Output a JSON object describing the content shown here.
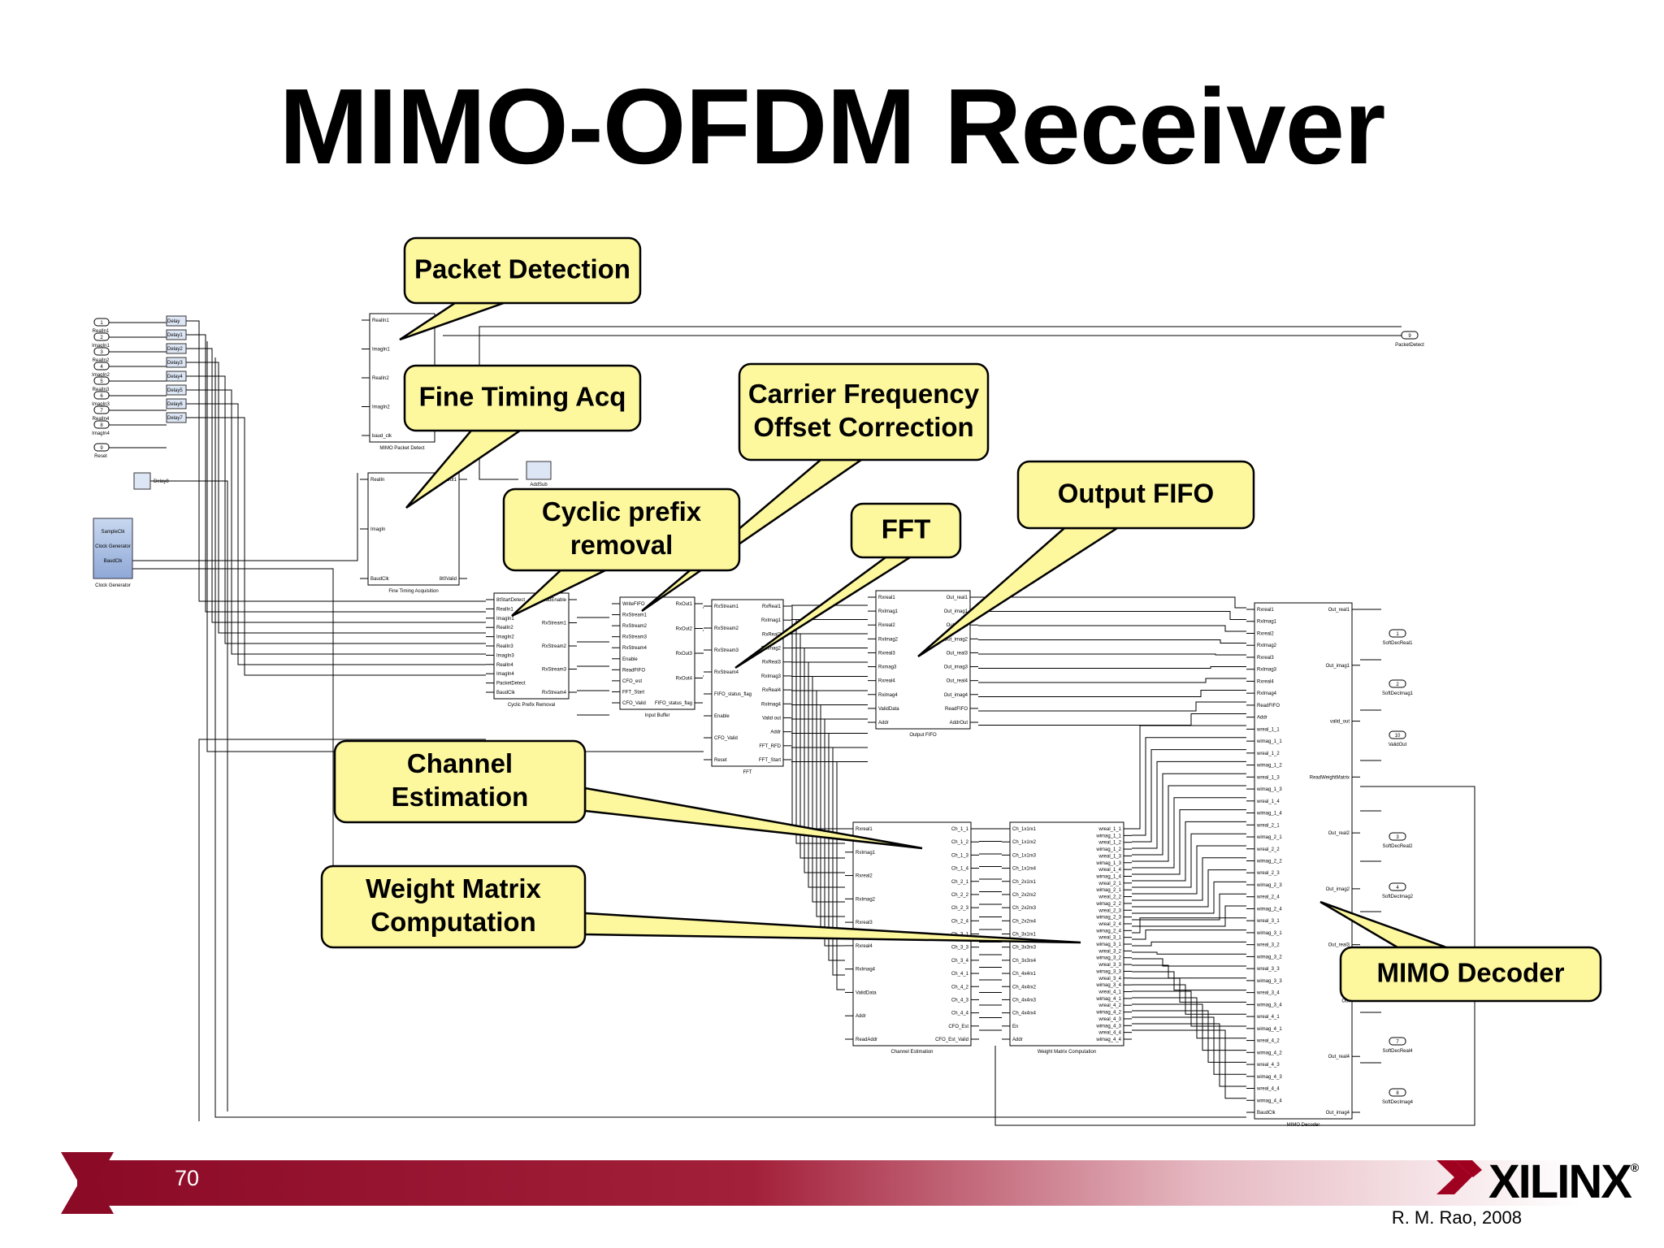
{
  "title": "MIMO-OFDM Receiver",
  "page_number": "70",
  "credit": "R. M. Rao, 2008",
  "logo": "XILINX",
  "colors": {
    "callout_fill": "#fdf79e",
    "callout_stroke": "#000000",
    "footer_bar": "#8b0a26",
    "logo_red": "#a00020"
  },
  "callouts": [
    {
      "id": "packet-detection",
      "lines": [
        "Packet Detection"
      ]
    },
    {
      "id": "fine-timing",
      "lines": [
        "Fine Timing Acq"
      ]
    },
    {
      "id": "cfo",
      "lines": [
        "Carrier Frequency",
        "Offset Correction"
      ]
    },
    {
      "id": "cyclic-prefix",
      "lines": [
        "Cyclic prefix",
        "removal"
      ]
    },
    {
      "id": "fft",
      "lines": [
        "FFT"
      ]
    },
    {
      "id": "output-fifo",
      "lines": [
        "Output FIFO"
      ]
    },
    {
      "id": "channel-estimation",
      "lines": [
        "Channel",
        "Estimation"
      ]
    },
    {
      "id": "weight-matrix",
      "lines": [
        "Weight Matrix",
        "Computation"
      ]
    },
    {
      "id": "mimo-decoder",
      "lines": [
        "MIMO Decoder"
      ]
    }
  ],
  "inputs": [
    {
      "num": "1",
      "label": "RealIn1"
    },
    {
      "num": "2",
      "label": "ImagIn1"
    },
    {
      "num": "3",
      "label": "RealIn2"
    },
    {
      "num": "4",
      "label": "ImagIn2"
    },
    {
      "num": "5",
      "label": "RealIn3"
    },
    {
      "num": "6",
      "label": "ImagIn3"
    },
    {
      "num": "7",
      "label": "RealIn4"
    },
    {
      "num": "8",
      "label": "ImagIn4"
    },
    {
      "num": "9",
      "label": "Reset"
    }
  ],
  "outputs": [
    {
      "num": "9",
      "label": "PacketDetect"
    },
    {
      "num": "1",
      "label": "SoftDecReal1"
    },
    {
      "num": "2",
      "label": "SoftDecImag1"
    },
    {
      "num": "10",
      "label": "ValidOut"
    },
    {
      "num": "3",
      "label": "SoftDecReal2"
    },
    {
      "num": "4",
      "label": "SoftDecImag2"
    },
    {
      "num": "7",
      "label": "SoftDecReal4"
    },
    {
      "num": "8",
      "label": "SoftDecImag4"
    }
  ],
  "blocks": {
    "delays": [
      "Delay",
      "Delay1",
      "Delay2",
      "Delay3",
      "Delay4",
      "Delay5",
      "Delay6",
      "Delay7"
    ],
    "delay8": "Delay8",
    "addsub": "AddSub",
    "clock_generator": {
      "title": "Clock Generator",
      "ports": [
        "SampleClk",
        "Clock Generator",
        "BaudClk"
      ]
    },
    "packet_detect": {
      "title": "MIMO Packet Detect",
      "in": [
        "RealIn1",
        "ImagIn1",
        "RealIn2",
        "ImagIn2",
        "baud_clk"
      ],
      "out": [
        "PacketDetect"
      ]
    },
    "fine_timing": {
      "title": "Fine Timing Acquisition",
      "in": [
        "RealIn",
        "ImagIn",
        "BaudClk"
      ],
      "out": [
        "Out1",
        "8t0Valid"
      ]
    },
    "cyclic_prefix": {
      "title": "Cyclic Prefix Removal",
      "in": [
        "8tStartDetect",
        "RealIn1",
        "ImagIn1",
        "RealIn2",
        "ImagIn2",
        "RealIn3",
        "ImagIn3",
        "RealIn4",
        "ImagIn4",
        "PacketDetect",
        "BaudClk"
      ],
      "out": [
        "ReadEnable",
        "RxStream1",
        "RxStream2",
        "RxStream3",
        "RxStream4"
      ]
    },
    "input_buffer": {
      "title": "Input Buffer",
      "in": [
        "WriteFIFO",
        "RxStream1",
        "RxStream2",
        "RxStream3",
        "RxStream4",
        "Enable",
        "ReadFIFO",
        "CFO_est",
        "FFT_Start",
        "CFO_Valid"
      ],
      "out": [
        "RxOut1",
        "RxOut2",
        "RxOut3",
        "RxOut4",
        "FIFO_status_flag"
      ]
    },
    "fft": {
      "title": "FFT",
      "in": [
        "RxStream1",
        "RxStream2",
        "RxStream3",
        "RxStream4",
        "FIFO_status_flag",
        "Enable",
        "CFO_Valid",
        "Reset"
      ],
      "out": [
        "RxReal1",
        "RxImag1",
        "RxReal2",
        "RxImag2",
        "RxReal3",
        "RxImag3",
        "RxReal4",
        "RxImag4",
        "Valid out",
        "Addr",
        "FFT_RFD",
        "FFT_Start"
      ]
    },
    "output_fifo": {
      "title": "Output FIFO",
      "in": [
        "Rxreal1",
        "RxImag1",
        "Rxreal2",
        "RxImag2",
        "Rxreal3",
        "Rxmag3",
        "Rxreal4",
        "Rximag4",
        "ValidData",
        "Addr"
      ],
      "out": [
        "Out_real1",
        "Out_imag1",
        "Out_real2",
        "Out_imag2",
        "Out_real3",
        "Out_imag3",
        "Out_real4",
        "Out_imag4",
        "ReadFIFO",
        "AddrOut"
      ]
    },
    "channel_estimation": {
      "title": "Channel Estimation",
      "in": [
        "Rxreal1",
        "RxImag1",
        "Rxreal2",
        "RxImag2",
        "Rxreal3",
        "Rxreal4",
        "RxImag4",
        "ValidData",
        "Addr",
        "ReadAddr"
      ],
      "out": [
        "Ch_1_1",
        "Ch_1_2",
        "Ch_1_3",
        "Ch_1_4",
        "Ch_2_1",
        "Ch_2_2",
        "Ch_2_3",
        "Ch_2_4",
        "Ch_3_1",
        "Ch_3_3",
        "Ch_3_4",
        "Ch_4_1",
        "Ch_4_2",
        "Ch_4_3",
        "Ch_4_4",
        "CFO_Est",
        "CFO_Est_Valid"
      ]
    },
    "weight_matrix": {
      "title": "Weight Matrix Computation",
      "in": [
        "Ch_1x1rx1",
        "Ch_1x1rx2",
        "Ch_1x1rx3",
        "Ch_1x1rx4",
        "Ch_2x1rx1",
        "Ch_2x2rx2",
        "Ch_2x2rx3",
        "Ch_2x2rx4",
        "Ch_3x1rx1",
        "Ch_3x3rx3",
        "Ch_3x3rx4",
        "Ch_4x4rx1",
        "Ch_4x4rx2",
        "Ch_4x4rx3",
        "Ch_4x4rx4",
        "En",
        "Addr"
      ],
      "out": [
        "wreal_1_1",
        "wimag_1_1",
        "wreal_1_2",
        "wimag_1_2",
        "wreal_1_3",
        "wimag_1_3",
        "wreal_1_4",
        "wimag_1_4",
        "wreal_2_1",
        "wimag_2_1",
        "wreal_2_2",
        "wimag_2_2",
        "wreal_2_3",
        "wimag_2_3",
        "wreal_2_4",
        "wimag_2_4",
        "wreal_3_1",
        "wimag_3_1",
        "wreal_3_2",
        "wimag_3_2",
        "wreal_3_3",
        "wimag_3_3",
        "wreal_3_4",
        "wimag_3_4",
        "wreal_4_1",
        "wimag_4_1",
        "wreal_4_2",
        "wimag_4_2",
        "wreal_4_3",
        "wimag_4_3",
        "wreal_4_4",
        "wimag_4_4"
      ]
    },
    "mimo_decoder": {
      "title": "MIMO Decoder",
      "in": [
        "Rxreal1",
        "RxImag1",
        "Rxreal2",
        "RxImag2",
        "Rxreal3",
        "RxImag3",
        "Rxreal4",
        "RxImag4",
        "ReadFIFO",
        "Addr",
        "wreal_1_1",
        "wimag_1_1",
        "wreal_1_2",
        "wimag_1_2",
        "wreal_1_3",
        "wimag_1_3",
        "wreal_1_4",
        "wimag_1_4",
        "wreal_2_1",
        "wimag_2_1",
        "wreal_2_2",
        "wimag_2_2",
        "wreal_2_3",
        "wimag_2_3",
        "wreal_2_4",
        "wimag_2_4",
        "wreal_3_1",
        "wimag_3_1",
        "wreal_3_2",
        "wimag_3_2",
        "wreal_3_3",
        "wimag_3_3",
        "wreal_3_4",
        "wimag_3_4",
        "wreal_4_1",
        "wimag_4_1",
        "wreal_4_2",
        "wimag_4_2",
        "wreal_4_3",
        "wimag_4_3",
        "wreal_4_4",
        "wimag_4_4",
        "BaudClk"
      ],
      "out": [
        "Out_real1",
        "Out_imag1",
        "valid_out",
        "ReadWeightMatrix",
        "Out_real2",
        "Out_imag2",
        "Out_real3",
        "Out",
        "Out_real4",
        "Out_imag4"
      ]
    }
  }
}
